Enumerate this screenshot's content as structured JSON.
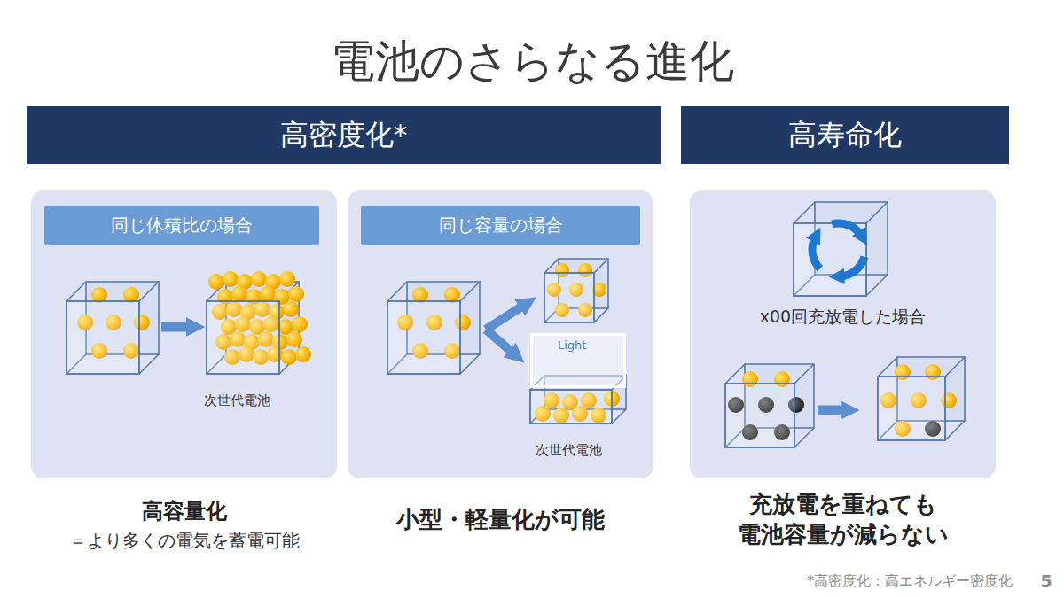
{
  "diagram": {
    "title": "電池のさらなる進化",
    "nodes": [
      {
        "text": [
          "高密度化*"
        ]
      },
      {
        "text": [
          "高寿命化"
        ]
      },
      {
        "text": [
          "次世代電池"
        ]
      },
      {
        "text": [
          "同じ体積比の場合"
        ],
        "in": 2
      },
      {
        "text": [
          "次世代電池"
        ]
      },
      {
        "text": [
          "同じ容量の場合"
        ],
        "in": 4
      },
      {
        "text": [
          "Light"
        ],
        "in": 4
      },
      {
        "text": [
          "x00回充放電した場合"
        ]
      }
    ],
    "labels": [
      "高容量化",
      "＝より多くの電気を蓄電可能",
      "小型・軽量化が可能",
      "充放電を重ねても 電池容量が減らない",
      "*高密度化：高エネルギー密度化",
      "5"
    ]
  }
}
